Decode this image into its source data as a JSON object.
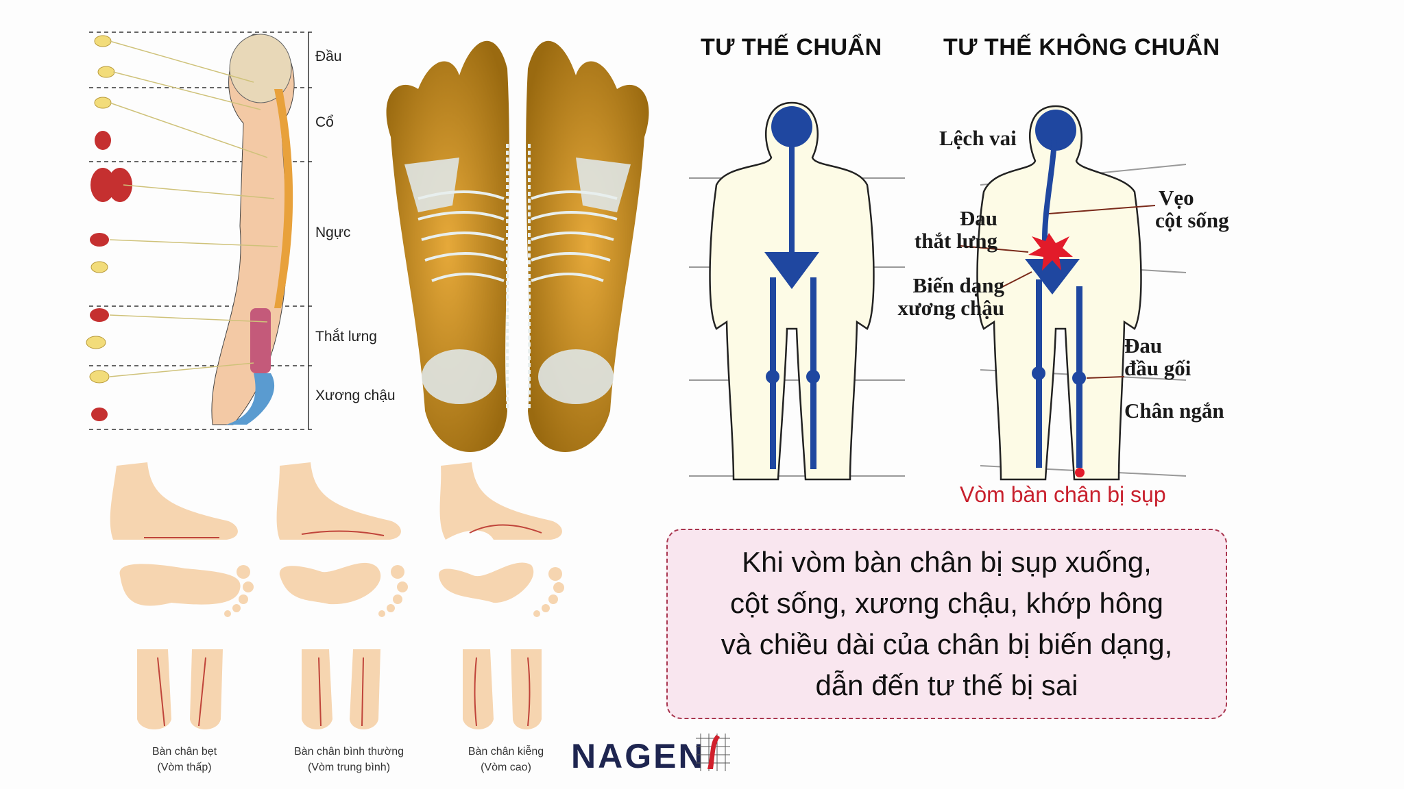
{
  "spine_segments": [
    "Đầu",
    "Cổ",
    "Ngực",
    "Thắt lưng",
    "Xương chậu"
  ],
  "posture": {
    "standard_title": "TƯ THẾ CHUẨN",
    "nonstandard_title": "TƯ THẾ KHÔNG CHUẨN",
    "annotations": {
      "shoulder": "Lệch vai",
      "lowback_1": "Đau",
      "lowback_2": "thắt lưng",
      "scoliosis_1": "Vẹo",
      "scoliosis_2": "cột sống",
      "pelvis_1": "Biến dạng",
      "pelvis_2": "xương chậu",
      "knee_1": "Đau",
      "knee_2": "đầu gối",
      "short_leg": "Chân ngắn",
      "arch_collapse": "Vòm bàn chân bị sụp"
    },
    "accent_blue": "#1f47a0",
    "accent_red": "#c8202d"
  },
  "message": [
    "Khi vòm bàn chân bị sụp xuống,",
    "cột sống, xương chậu, khớp hông",
    "và chiều dài của chân bị biến dạng,",
    "dẫn đến tư thế bị sai"
  ],
  "foot_types": [
    {
      "name": "Bàn chân bẹt",
      "sub": "(Vòm thấp)"
    },
    {
      "name": "Bàn chân bình thường",
      "sub": "(Vòm trung bình)"
    },
    {
      "name": "Bàn chân kiễng",
      "sub": "(Vòm cao)"
    }
  ],
  "logo": "NAGEN"
}
